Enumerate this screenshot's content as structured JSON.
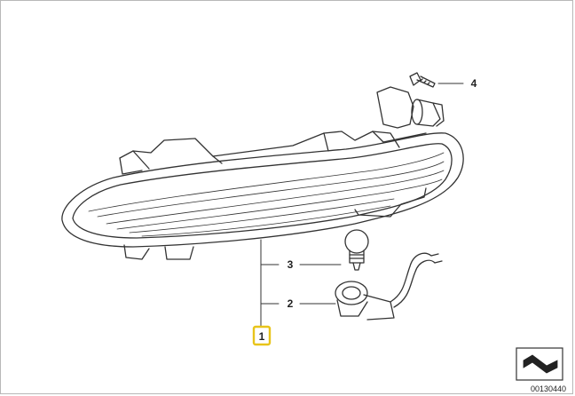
{
  "callouts": {
    "c1": "1",
    "c2": "2",
    "c3": "3",
    "c4": "4"
  },
  "diagram_id": "00130440",
  "colors": {
    "line": "#333333",
    "highlight": "#e8c41a"
  },
  "icons": [
    "view-direction-icon"
  ]
}
